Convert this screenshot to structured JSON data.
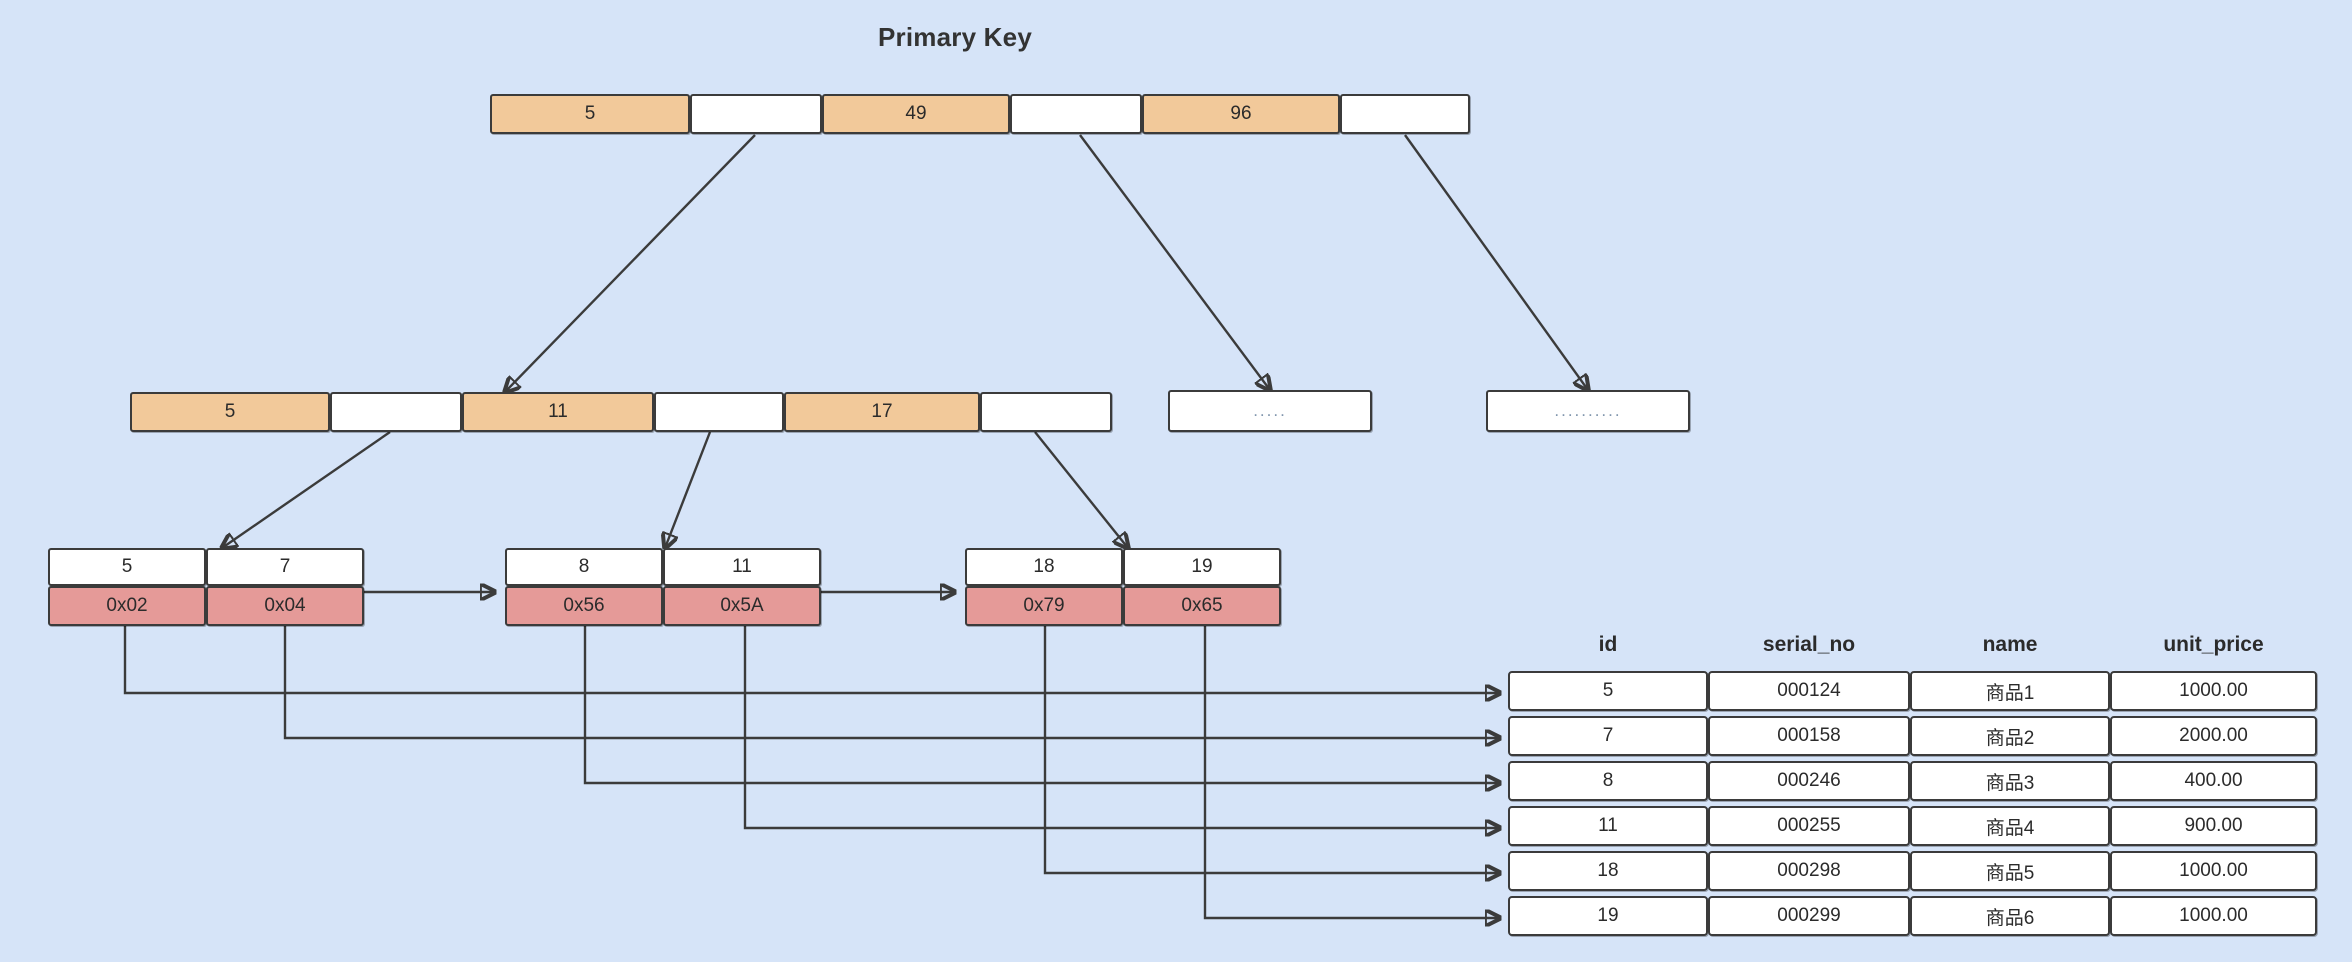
{
  "title": "Primary Key",
  "colors": {
    "background": "#d6e4f8",
    "key_cell": "#f2c99a",
    "pointer_cell": "#ffffff",
    "address_cell": "#e59a98",
    "border": "#3b3b3b",
    "text": "#2b2b2b"
  },
  "root_node": {
    "name": "root-node",
    "cells": [
      {
        "type": "key",
        "label": "5"
      },
      {
        "type": "pointer",
        "label": ""
      },
      {
        "type": "key",
        "label": "49"
      },
      {
        "type": "pointer",
        "label": ""
      },
      {
        "type": "key",
        "label": "96"
      },
      {
        "type": "pointer",
        "label": ""
      }
    ]
  },
  "internal_nodes": [
    {
      "name": "internal-node-1",
      "cells": [
        {
          "type": "key",
          "label": "5"
        },
        {
          "type": "pointer",
          "label": ""
        },
        {
          "type": "key",
          "label": "11"
        },
        {
          "type": "pointer",
          "label": ""
        },
        {
          "type": "key",
          "label": "17"
        },
        {
          "type": "pointer",
          "label": ""
        }
      ]
    },
    {
      "name": "internal-node-2",
      "cells": [
        {
          "type": "blank",
          "label": "....."
        }
      ]
    },
    {
      "name": "internal-node-3",
      "cells": [
        {
          "type": "blank",
          "label": ".........."
        }
      ]
    }
  ],
  "leaf_nodes": [
    {
      "name": "leaf-node-1",
      "keys": [
        "5",
        "7"
      ],
      "addresses": [
        "0x02",
        "0x04"
      ]
    },
    {
      "name": "leaf-node-2",
      "keys": [
        "8",
        "11"
      ],
      "addresses": [
        "0x56",
        "0x5A"
      ]
    },
    {
      "name": "leaf-node-3",
      "keys": [
        "18",
        "19"
      ],
      "addresses": [
        "0x79",
        "0x65"
      ]
    }
  ],
  "data_table": {
    "name": "row-data-table",
    "columns": [
      "id",
      "serial_no",
      "name",
      "unit_price"
    ],
    "rows": [
      {
        "id": "5",
        "serial_no": "000124",
        "name": "商品1",
        "unit_price": "1000.00"
      },
      {
        "id": "7",
        "serial_no": "000158",
        "name": "商品2",
        "unit_price": "2000.00"
      },
      {
        "id": "8",
        "serial_no": "000246",
        "name": "商品3",
        "unit_price": "400.00"
      },
      {
        "id": "11",
        "serial_no": "000255",
        "name": "商品4",
        "unit_price": "900.00"
      },
      {
        "id": "18",
        "serial_no": "000298",
        "name": "商品5",
        "unit_price": "1000.00"
      },
      {
        "id": "19",
        "serial_no": "000299",
        "name": "商品6",
        "unit_price": "1000.00"
      }
    ]
  }
}
